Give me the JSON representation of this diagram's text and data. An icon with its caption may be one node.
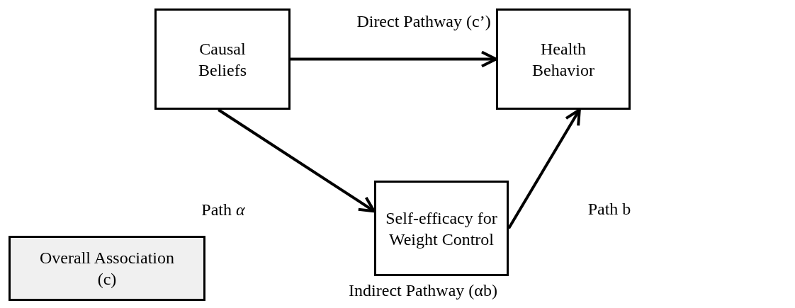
{
  "diagram": {
    "nodes": [
      {
        "text": [
          "Causal Beliefs"
        ]
      },
      {
        "text": [
          "Health Behavior"
        ]
      },
      {
        "text": [
          "Self-efficacy for Weight Control"
        ]
      },
      {
        "text": [
          "Overall Association (c)"
        ]
      }
    ],
    "edges": [
      {
        "from": 0,
        "to": 1,
        "arrow": "to",
        "label": "Direct Pathway (c’)"
      },
      {
        "from": 0,
        "to": 2,
        "arrow": "to",
        "label": "Path *α*"
      },
      {
        "from": 2,
        "to": 1,
        "arrow": "to",
        "label": "Path b"
      }
    ],
    "labels": [
      "Indirect Pathway (αb)"
    ]
  }
}
